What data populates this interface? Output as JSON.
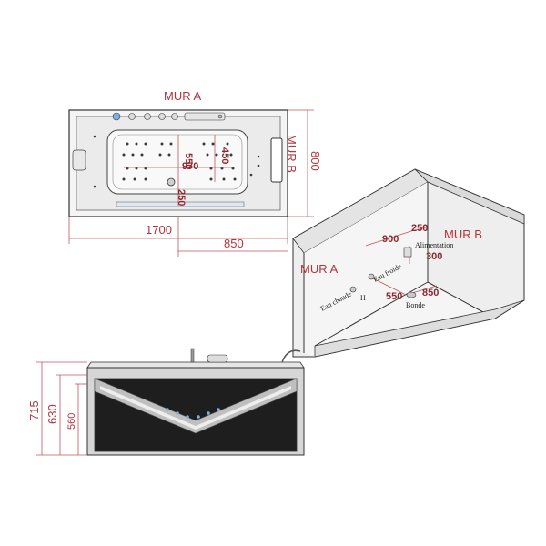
{
  "top_view": {
    "wall_a_label": "MUR A",
    "wall_b_label": "MUR B",
    "dim_length": "1700",
    "dim_width": "800",
    "dim_half": "850",
    "dim_550": "550",
    "dim_450": "450",
    "dim_970": "970",
    "dim_250": "250"
  },
  "perspective_view": {
    "wall_a_label": "MUR A",
    "wall_b_label": "MUR B",
    "dim_900": "900",
    "dim_250": "250",
    "dim_300": "300",
    "dim_550": "550",
    "dim_850": "850",
    "label_supply": "Alimentation",
    "label_cold": "Eau froide",
    "label_hot": "Eau chaude",
    "label_drain": "Bonde",
    "label_h": "H"
  },
  "side_view": {
    "dim_715": "715",
    "dim_630": "630",
    "dim_560": "560"
  },
  "colors": {
    "dimension_red": "#b5343c",
    "dimension_line": "#c0555c",
    "outline": "#333333",
    "light_blue": "#7bb0e0"
  }
}
